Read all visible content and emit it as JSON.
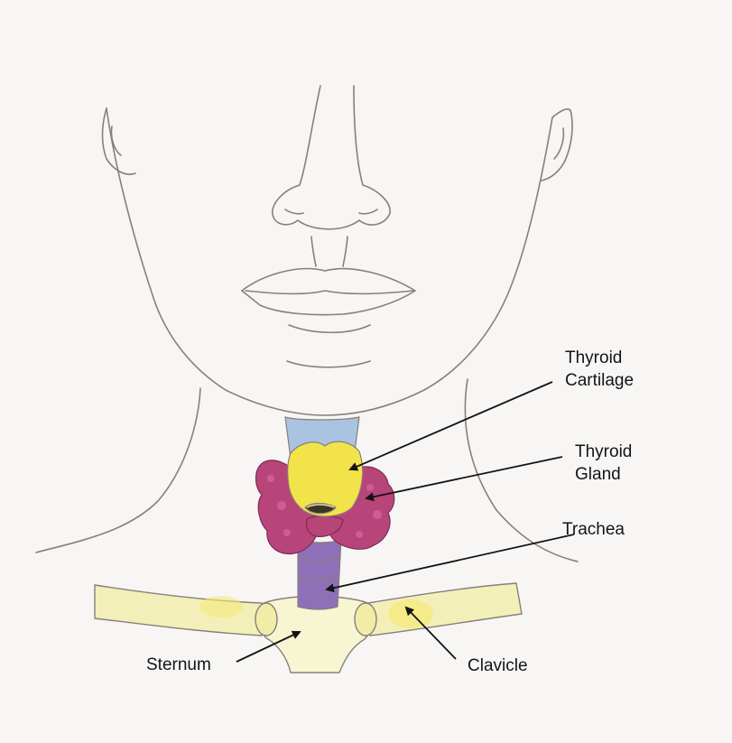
{
  "labels": {
    "thyroid_cartilage": [
      "Thyroid",
      "Cartilage"
    ],
    "thyroid_gland": [
      "Thyroid",
      "Gland"
    ],
    "trachea": "Trachea",
    "sternum": "Sternum",
    "clavicle": "Clavicle"
  },
  "colors": {
    "background": "#f7f6f5",
    "pencil_outline": "#8a7e7a",
    "thyroid_cartilage": "#f2e34a",
    "thyroid_gland": "#b8457a",
    "trachea_upper": "#a9c4e0",
    "trachea_lower": "#8f6fb8",
    "bone": "#f3efb8",
    "leader_line": "#141414"
  }
}
